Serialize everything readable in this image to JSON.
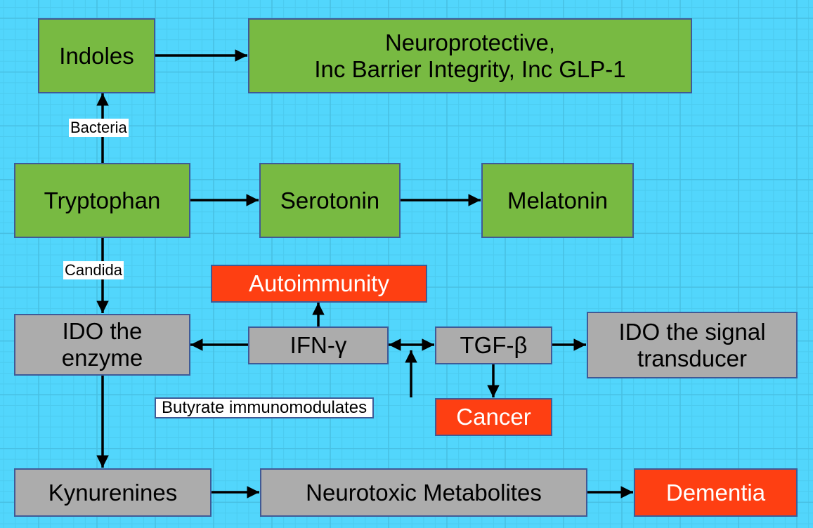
{
  "diagram": {
    "colors": {
      "background": "#52d6fc",
      "grid_minor": "#4ccbef",
      "grid_major": "#47bfe2",
      "benefit_green": "#78ba42",
      "pathway_gray": "#acacac",
      "disease_red": "#fe3f12",
      "border": "#3f5a96"
    },
    "nodes": {
      "indoles": "Indoles",
      "neuroprotective": "Neuroprotective,\nInc Barrier Integrity, Inc GLP-1",
      "tryptophan": "Tryptophan",
      "serotonin": "Serotonin",
      "melatonin": "Melatonin",
      "autoimmunity": "Autoimmunity",
      "ido_enzyme": "IDO the\nenzyme",
      "ifn_gamma": "IFN-γ",
      "tgf_beta": "TGF-β",
      "ido_signal": "IDO the signal\ntransducer",
      "cancer": "Cancer",
      "kynurenines": "Kynurenines",
      "neurotoxic": "Neurotoxic Metabolites",
      "dementia": "Dementia"
    },
    "edge_labels": {
      "bacteria": "Bacteria",
      "candida": "Candida",
      "butyrate": "Butyrate immunomodulates"
    },
    "edges": [
      {
        "from": "tryptophan",
        "to": "indoles",
        "label": "Bacteria"
      },
      {
        "from": "indoles",
        "to": "neuroprotective"
      },
      {
        "from": "tryptophan",
        "to": "serotonin"
      },
      {
        "from": "serotonin",
        "to": "melatonin"
      },
      {
        "from": "tryptophan",
        "to": "ido_enzyme",
        "label": "Candida"
      },
      {
        "from": "ifn_gamma",
        "to": "autoimmunity"
      },
      {
        "from": "ifn_gamma",
        "to": "ido_enzyme"
      },
      {
        "from": "ifn_gamma",
        "to": "tgf_beta",
        "bidirectional": true
      },
      {
        "from": "butyrate",
        "to": "ifn_gamma-tgf_beta link",
        "label": "Butyrate immunomodulates"
      },
      {
        "from": "tgf_beta",
        "to": "ido_signal"
      },
      {
        "from": "tgf_beta",
        "to": "cancer"
      },
      {
        "from": "ido_enzyme",
        "to": "kynurenines"
      },
      {
        "from": "kynurenines",
        "to": "neurotoxic"
      },
      {
        "from": "neurotoxic",
        "to": "dementia"
      }
    ]
  }
}
